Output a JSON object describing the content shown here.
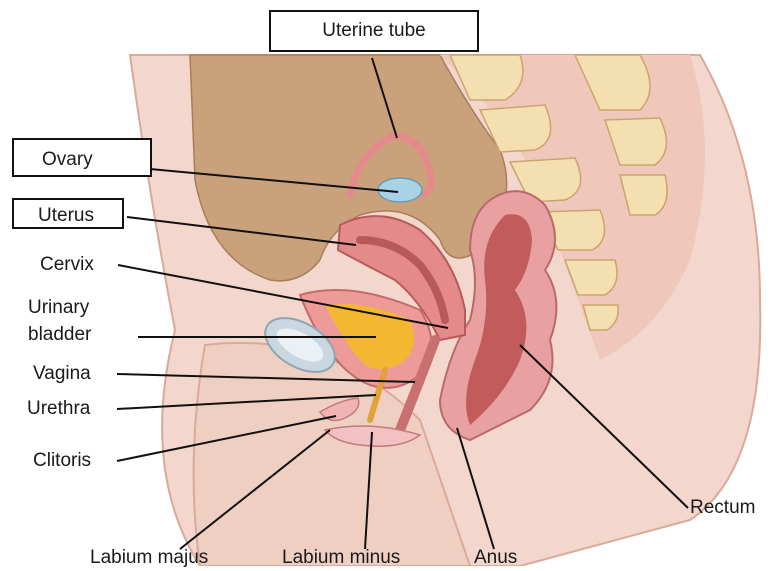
{
  "labels": {
    "uterine_tube": "Uterine tube",
    "ovary": "Ovary",
    "uterus": "Uterus",
    "cervix": "Cervix",
    "urinary_bladder_1": "Urinary",
    "urinary_bladder_2": "bladder",
    "vagina": "Vagina",
    "urethra": "Urethra",
    "clitoris": "Clitoris",
    "rectum": "Rectum",
    "labium_majus": "Labium majus",
    "labium_minus": "Labium minus",
    "anus": "Anus"
  },
  "colors": {
    "skin": "#f3d6cc",
    "skin_dark": "#e2b3a6",
    "peritoneal_cavity": "#c9a27c",
    "uterus": "#e58a8a",
    "uterus_inner": "#b85a5a",
    "bladder_fill": "#f5b731",
    "vertebra": "#f3dfb0",
    "disc": "#dfe6ea",
    "ovary": "#a9d2e6",
    "pubic_bone": "#c9d7e0"
  }
}
